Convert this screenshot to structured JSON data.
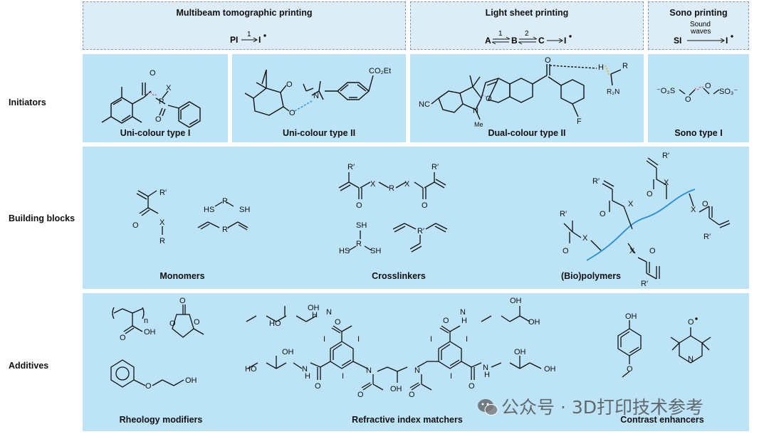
{
  "headers": {
    "multibeam": {
      "title": "Multibeam tomographic printing",
      "from": "PI",
      "step": "1",
      "to": "I"
    },
    "lightsheet": {
      "title": "Light sheet printing",
      "a": "A",
      "b": "B",
      "c": "C",
      "i": "I",
      "step1": "1",
      "step2": "2"
    },
    "sono": {
      "title": "Sono printing",
      "wave1": "Sound",
      "wave2": "waves",
      "from": "SI",
      "to": "I"
    }
  },
  "rows": {
    "initiators": "Initiators",
    "building_blocks": "Building blocks",
    "additives": "Additives"
  },
  "initiators": {
    "uni1": "Uni-colour type I",
    "uni2": "Uni-colour type II",
    "dual2": "Dual-colour type II",
    "sono1": "Sono type I"
  },
  "building_blocks": {
    "monomers": "Monomers",
    "crosslinkers": "Crosslinkers",
    "biopolymers": "(Bio)polymers"
  },
  "additives": {
    "rheology": "Rheology modifiers",
    "refractive": "Refractive index matchers",
    "contrast": "Contrast enhancers"
  },
  "watermark": "公众号 · 3D打印技术参考",
  "colors": {
    "panel": "#bde3f7",
    "header": "#dcedf8",
    "polymer": "#2a8fd0",
    "bond_mark": "#c2508f"
  }
}
